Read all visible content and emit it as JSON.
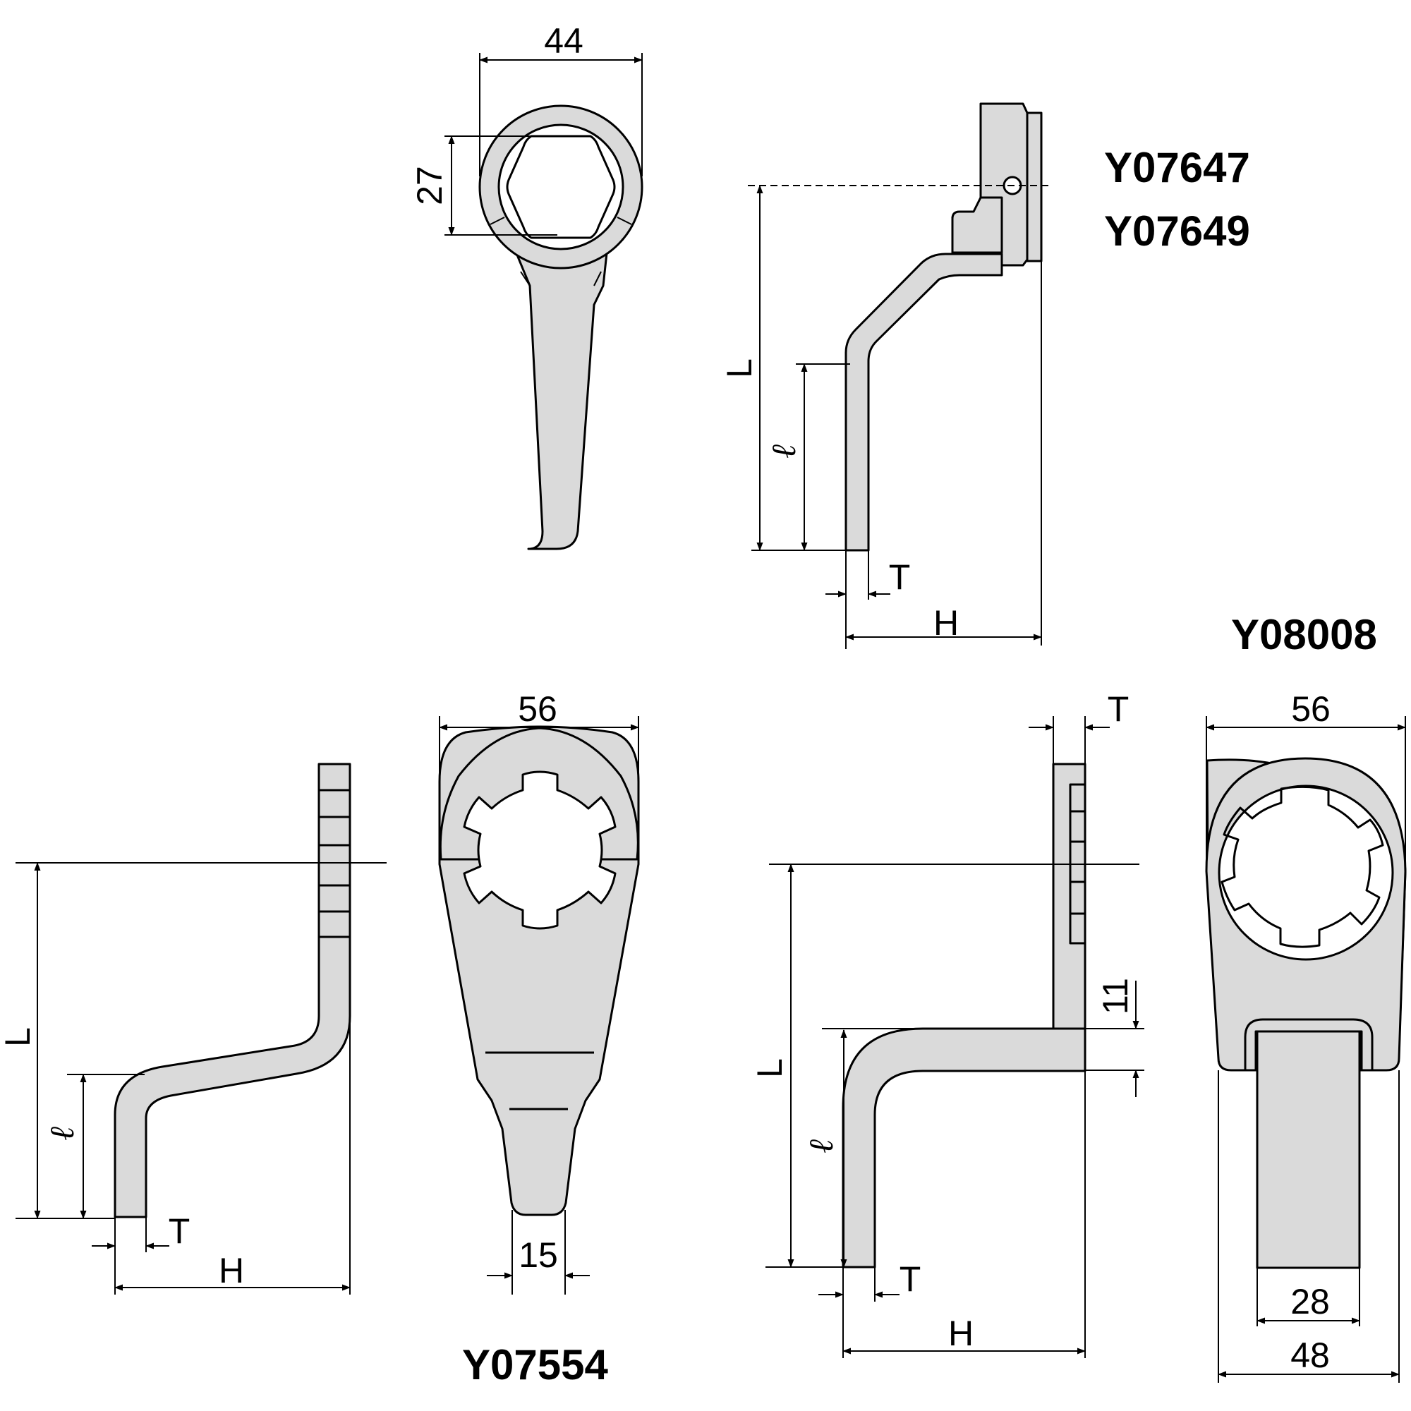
{
  "models": {
    "top": [
      "Y07647",
      "Y07649"
    ],
    "bottom_left": "Y07554",
    "bottom_right": "Y08008"
  },
  "dimensions": {
    "top_ring_width": "44",
    "top_hex_size": "27",
    "left_ring_width": "56",
    "left_tip_width": "15",
    "right_ring_width": "56",
    "right_neck_width": "28",
    "right_shank_width": "48",
    "right_offset": "11"
  },
  "symbols": {
    "length": "L",
    "grip_length": "ℓ",
    "thickness": "T",
    "height": "H"
  }
}
